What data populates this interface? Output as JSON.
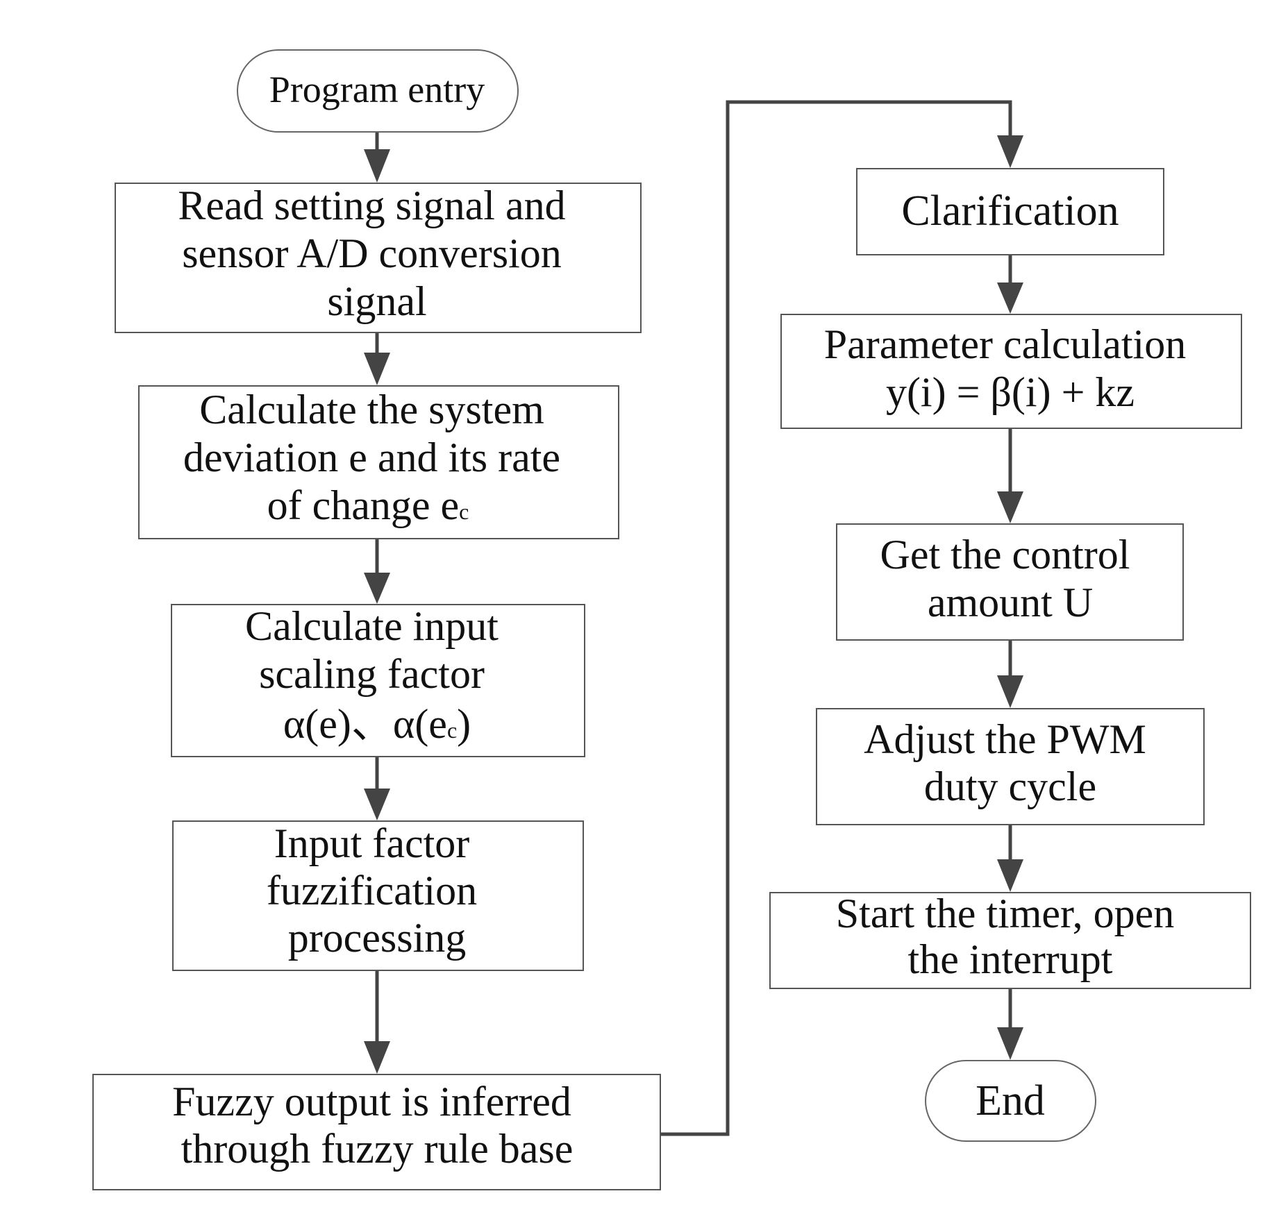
{
  "colors": {
    "box_stroke": "#555555",
    "terminal_stroke": "#666666",
    "arrow": "#444444",
    "text": "#111111",
    "background": "#ffffff"
  },
  "nodes": {
    "start": {
      "shape": "terminal",
      "lines": [
        "Program entry"
      ]
    },
    "read_signal": {
      "shape": "process",
      "lines": [
        "Read setting signal and",
        "sensor A/D conversion",
        "signal"
      ]
    },
    "calc_deviation": {
      "shape": "process",
      "lines": [
        "Calculate the system",
        "deviation e and its rate",
        "of change e"
      ],
      "line3_subscript": "c"
    },
    "calc_scaling": {
      "shape": "process",
      "lines": [
        "Calculate input",
        "scaling factor"
      ],
      "formula": {
        "part1": "α(e)、α(e",
        "subscript": "c",
        "part2": ")"
      }
    },
    "fuzzification": {
      "shape": "process",
      "lines": [
        "Input factor",
        "fuzzification",
        "processing"
      ]
    },
    "fuzzy_output": {
      "shape": "process",
      "lines": [
        "Fuzzy output is inferred",
        "through fuzzy rule base"
      ]
    },
    "clarification": {
      "shape": "process",
      "lines": [
        "Clarification"
      ]
    },
    "param_calc": {
      "shape": "process",
      "lines": [
        "Parameter calculation",
        "y(i) = β(i) + kz"
      ]
    },
    "control_amount": {
      "shape": "process",
      "lines": [
        "Get the control",
        "amount U"
      ]
    },
    "pwm": {
      "shape": "process",
      "lines": [
        "Adjust the PWM",
        "duty cycle"
      ]
    },
    "timer": {
      "shape": "process",
      "lines": [
        "Start the timer, open",
        "the interrupt"
      ]
    },
    "end": {
      "shape": "terminal",
      "lines": [
        "End"
      ]
    }
  },
  "edges": [
    [
      "start",
      "read_signal"
    ],
    [
      "read_signal",
      "calc_deviation"
    ],
    [
      "calc_deviation",
      "calc_scaling"
    ],
    [
      "calc_scaling",
      "fuzzification"
    ],
    [
      "fuzzification",
      "fuzzy_output"
    ],
    [
      "fuzzy_output",
      "clarification"
    ],
    [
      "clarification",
      "param_calc"
    ],
    [
      "param_calc",
      "control_amount"
    ],
    [
      "control_amount",
      "pwm"
    ],
    [
      "pwm",
      "timer"
    ],
    [
      "timer",
      "end"
    ]
  ]
}
